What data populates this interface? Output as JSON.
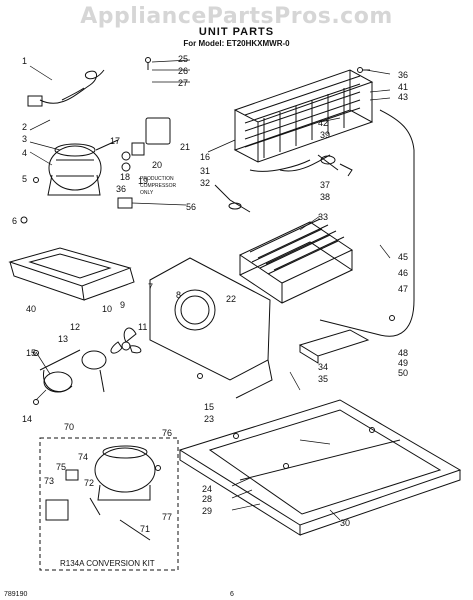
{
  "watermark": "AppliancePartsPros.com",
  "title": "UNIT PARTS",
  "model_line": "For Model: ET20HKXMWR-0",
  "production_note": [
    "PRODUCTION",
    "COMPRESSOR",
    "ONLY"
  ],
  "kit_label": "R134A CONVERSION KIT",
  "footer_code": "789190",
  "footer_page": "6",
  "callouts": [
    "1",
    "2",
    "3",
    "4",
    "5",
    "6",
    "7",
    "8",
    "9",
    "10",
    "11",
    "12",
    "13",
    "14",
    "15",
    "15",
    "16",
    "17",
    "18",
    "19",
    "20",
    "21",
    "22",
    "23",
    "24",
    "25",
    "26",
    "27",
    "28",
    "29",
    "30",
    "31",
    "32",
    "33",
    "34",
    "35",
    "36",
    "36",
    "37",
    "38",
    "39",
    "40",
    "41",
    "42",
    "43",
    "45",
    "46",
    "47",
    "48",
    "49",
    "50",
    "56",
    "70",
    "71",
    "72",
    "73",
    "74",
    "75",
    "76",
    "77"
  ]
}
